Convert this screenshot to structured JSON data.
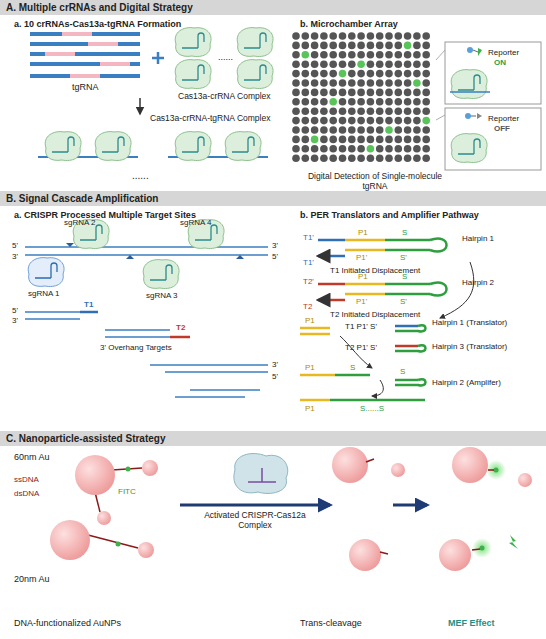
{
  "diagram": {
    "nodes": [
      {
        "text": [
          "A. Multiple crRNAs and Digital Strategy"
        ]
      },
      {
        "text": [
          "B. Signal Cascade Amplification"
        ]
      },
      {
        "text": [
          "C. Nanoparticle-assisted Strategy"
        ]
      }
    ],
    "labels": [
      "a. 10 crRNAs-Cas13a-tgRNA Formation",
      "tgRNA",
      "Cas13a-crRNA Complex",
      "......",
      "Cas13a-crRNA-tgRNA Complex",
      "......",
      "b. Microchamber Array",
      "Reporter",
      "ON",
      "Reporter",
      "OFF",
      "Digital Detection of Single-molecule tgRNA",
      "a. CRISPR Processed Multiple Target Sites",
      "sgRNA 2",
      "sgRNA 4",
      "5'",
      "3'",
      "3'",
      "5'",
      "sgRNA 1",
      "sgRNA 3",
      "5'",
      "3'",
      "T1",
      "T2",
      "3' Overhang Targets",
      "3'",
      "5'",
      "b. PER Translators and Amplifier Pathway",
      "Hairpin 1",
      "T1'",
      "P1",
      "S",
      "T1'",
      "P1'",
      "S'",
      "T1 Initiated Displacement",
      "Hairpin 2",
      "T2'",
      "P1",
      "S",
      "T2",
      "P1'",
      "S'",
      "T2 Initiated Displacement",
      "P1",
      "Hairpin 1 (Translator)",
      "T1 P1' S'",
      "Hairpin 3 (Translator)",
      "T2 P1' S'",
      "P1",
      "S",
      "S",
      "Hairpin 2 (Amplifer)",
      "P1",
      "S......S",
      "60nm Au",
      "ssDNA",
      "dsDNA",
      "FITC",
      "20nm Au",
      "Activated CRISPR-Cas12a Complex",
      "DNA-functionalized AuNPs",
      "Trans-cleavage",
      "MEF Effect"
    ]
  }
}
